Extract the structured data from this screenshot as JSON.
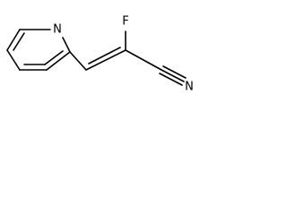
{
  "molecule": {
    "atoms": {
      "ring_nitrogen": "N",
      "fluorine": "F",
      "nitrile_nitrogen": "N"
    }
  }
}
